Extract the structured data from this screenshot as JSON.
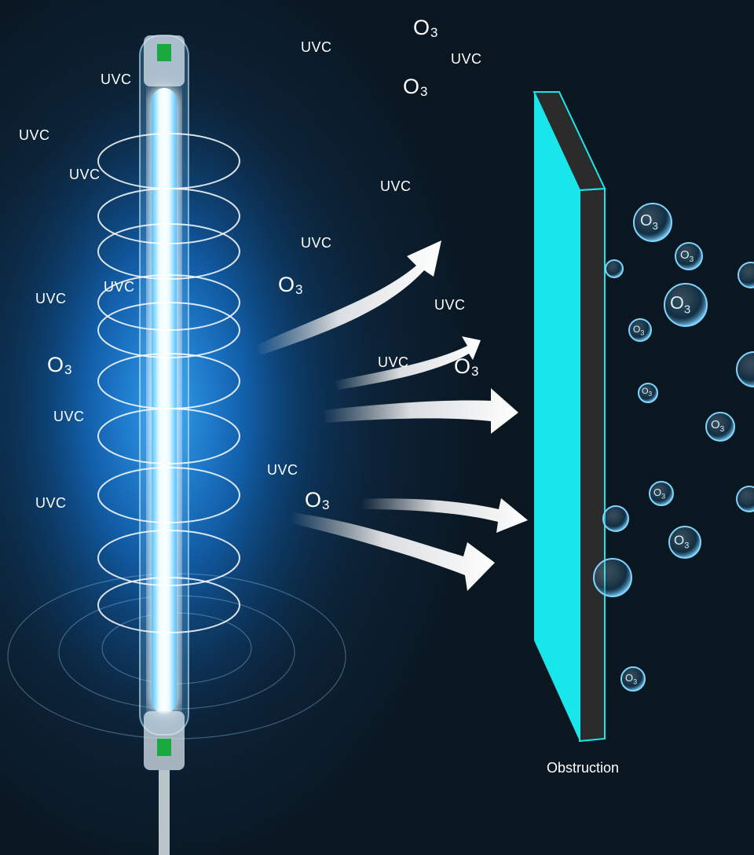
{
  "labels": {
    "uvc": "UVC",
    "ozone": "O",
    "ozone_subscript": "3",
    "obstruction": "Obstruction"
  },
  "colors": {
    "background": "#0a1620",
    "glow": "#1a8cff",
    "tube_core": "#ffffff",
    "obstruction_face": "#19e6ea",
    "obstruction_edge": "#2b2b2b",
    "bubble": "#7fd4ff",
    "arrow": "#ffffff"
  },
  "icons": {
    "lamp": "uv-tube-lamp-icon",
    "arrow": "curved-arrow-icon",
    "bubble": "ozone-bubble-icon",
    "panel": "obstruction-panel-icon"
  }
}
